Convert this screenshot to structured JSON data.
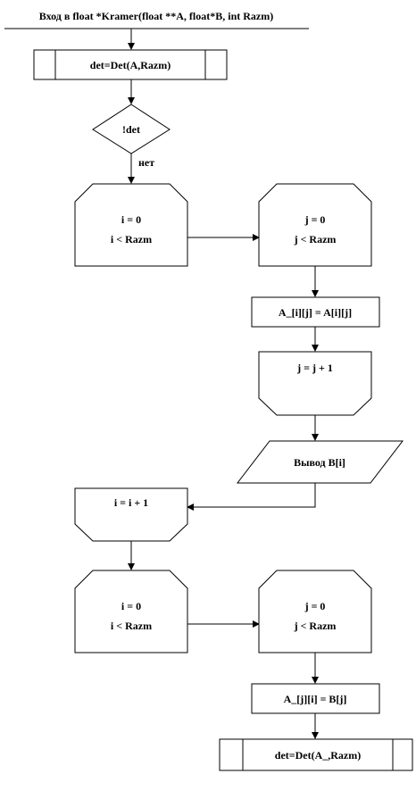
{
  "header": {
    "title": "Вход в float  *Kramer(float  **A, float*B,  int  Razm)"
  },
  "blocks": {
    "det_call": "det=Det(A,Razm)",
    "cond": "!det",
    "cond_no": "нет",
    "loop1": {
      "line1": "i = 0",
      "line2": "i < Razm"
    },
    "loop2": {
      "line1": "j = 0",
      "line2": "j < Razm"
    },
    "assign1": "A_[i][j]  = A[i][j]",
    "loop2_end": "j = j + 1",
    "output": "Вывод B[i]",
    "loop1_end": "i = i + 1",
    "loop3": {
      "line1": "i = 0",
      "line2": "i < Razm"
    },
    "loop4": {
      "line1": "j = 0",
      "line2": "j < Razm"
    },
    "assign2": "A_[j][i]  = B[j]",
    "det_call2": "det=Det(A_,Razm)"
  }
}
